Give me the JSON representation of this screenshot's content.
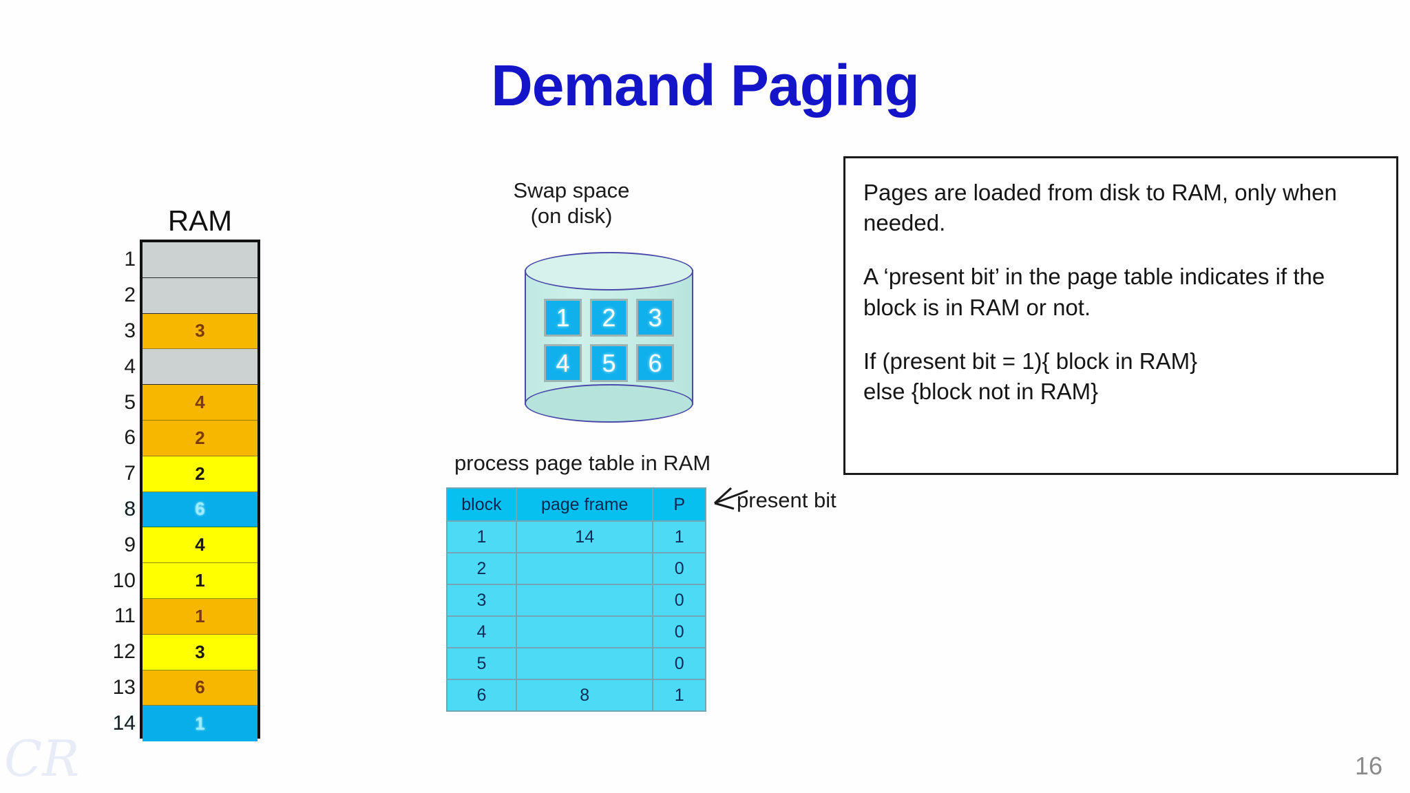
{
  "slide": {
    "title": "Demand Paging",
    "page_number": "16",
    "watermark": "CR",
    "title_color": "#1414c8"
  },
  "ram": {
    "label": "RAM",
    "rows": [
      {
        "index": "1",
        "value": "",
        "state": "free"
      },
      {
        "index": "2",
        "value": "",
        "state": "free"
      },
      {
        "index": "3",
        "value": "3",
        "state": "orange"
      },
      {
        "index": "4",
        "value": "",
        "state": "free"
      },
      {
        "index": "5",
        "value": "4",
        "state": "orange"
      },
      {
        "index": "6",
        "value": "2",
        "state": "orange"
      },
      {
        "index": "7",
        "value": "2",
        "state": "yellow"
      },
      {
        "index": "8",
        "value": "6",
        "state": "cyan"
      },
      {
        "index": "9",
        "value": "4",
        "state": "yellow"
      },
      {
        "index": "10",
        "value": "1",
        "state": "yellow"
      },
      {
        "index": "11",
        "value": "1",
        "state": "orange"
      },
      {
        "index": "12",
        "value": "3",
        "state": "yellow"
      },
      {
        "index": "13",
        "value": "6",
        "state": "orange"
      },
      {
        "index": "14",
        "value": "1",
        "state": "cyan"
      }
    ],
    "colors": {
      "free": "#ccd1d1",
      "orange": "#f7b600",
      "yellow": "#ffff00",
      "cyan": "#08aeea"
    }
  },
  "swap": {
    "label_line1": "Swap space",
    "label_line2": "(on disk)",
    "blocks": [
      "1",
      "2",
      "3",
      "4",
      "5",
      "6"
    ],
    "block_color": "#0fb0ec",
    "cylinder_color": "#c3ece4"
  },
  "page_table": {
    "caption": "process page table in RAM",
    "headers": [
      "block",
      "page frame",
      "P"
    ],
    "rows": [
      {
        "block": "1",
        "frame": "14",
        "p": "1"
      },
      {
        "block": "2",
        "frame": "",
        "p": "0"
      },
      {
        "block": "3",
        "frame": "",
        "p": "0"
      },
      {
        "block": "4",
        "frame": "",
        "p": "0"
      },
      {
        "block": "5",
        "frame": "",
        "p": "0"
      },
      {
        "block": "6",
        "frame": "8",
        "p": "1"
      }
    ],
    "header_color": "#08c0f0",
    "cell_color": "#4ddaf5",
    "annotation": "present bit"
  },
  "info_box": {
    "paragraphs": [
      "Pages are loaded from disk to RAM, only when needed.",
      "A ‘present bit’ in the page table indicates if the block is in RAM or not.",
      "If (present bit = 1){ block in RAM} else {block not in RAM}"
    ]
  }
}
